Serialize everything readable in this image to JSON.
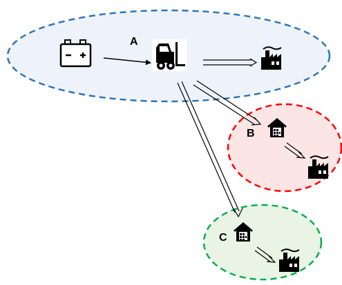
{
  "labels": {
    "a": "A",
    "b": "B",
    "c": "C"
  },
  "regions": {
    "main": {
      "fill": "#EEF3FB",
      "stroke": "#2E75B6"
    },
    "b": {
      "fill": "#FBE5E5",
      "stroke": "#FF0000"
    },
    "c": {
      "fill": "#EAF4E4",
      "stroke": "#00B050"
    }
  },
  "icons": {
    "battery": "battery-icon",
    "forklift": "forklift-icon",
    "factory": "factory-icon",
    "warehouse": "warehouse-icon"
  },
  "colors": {
    "arrow": "#000000",
    "icon": "#000000"
  }
}
